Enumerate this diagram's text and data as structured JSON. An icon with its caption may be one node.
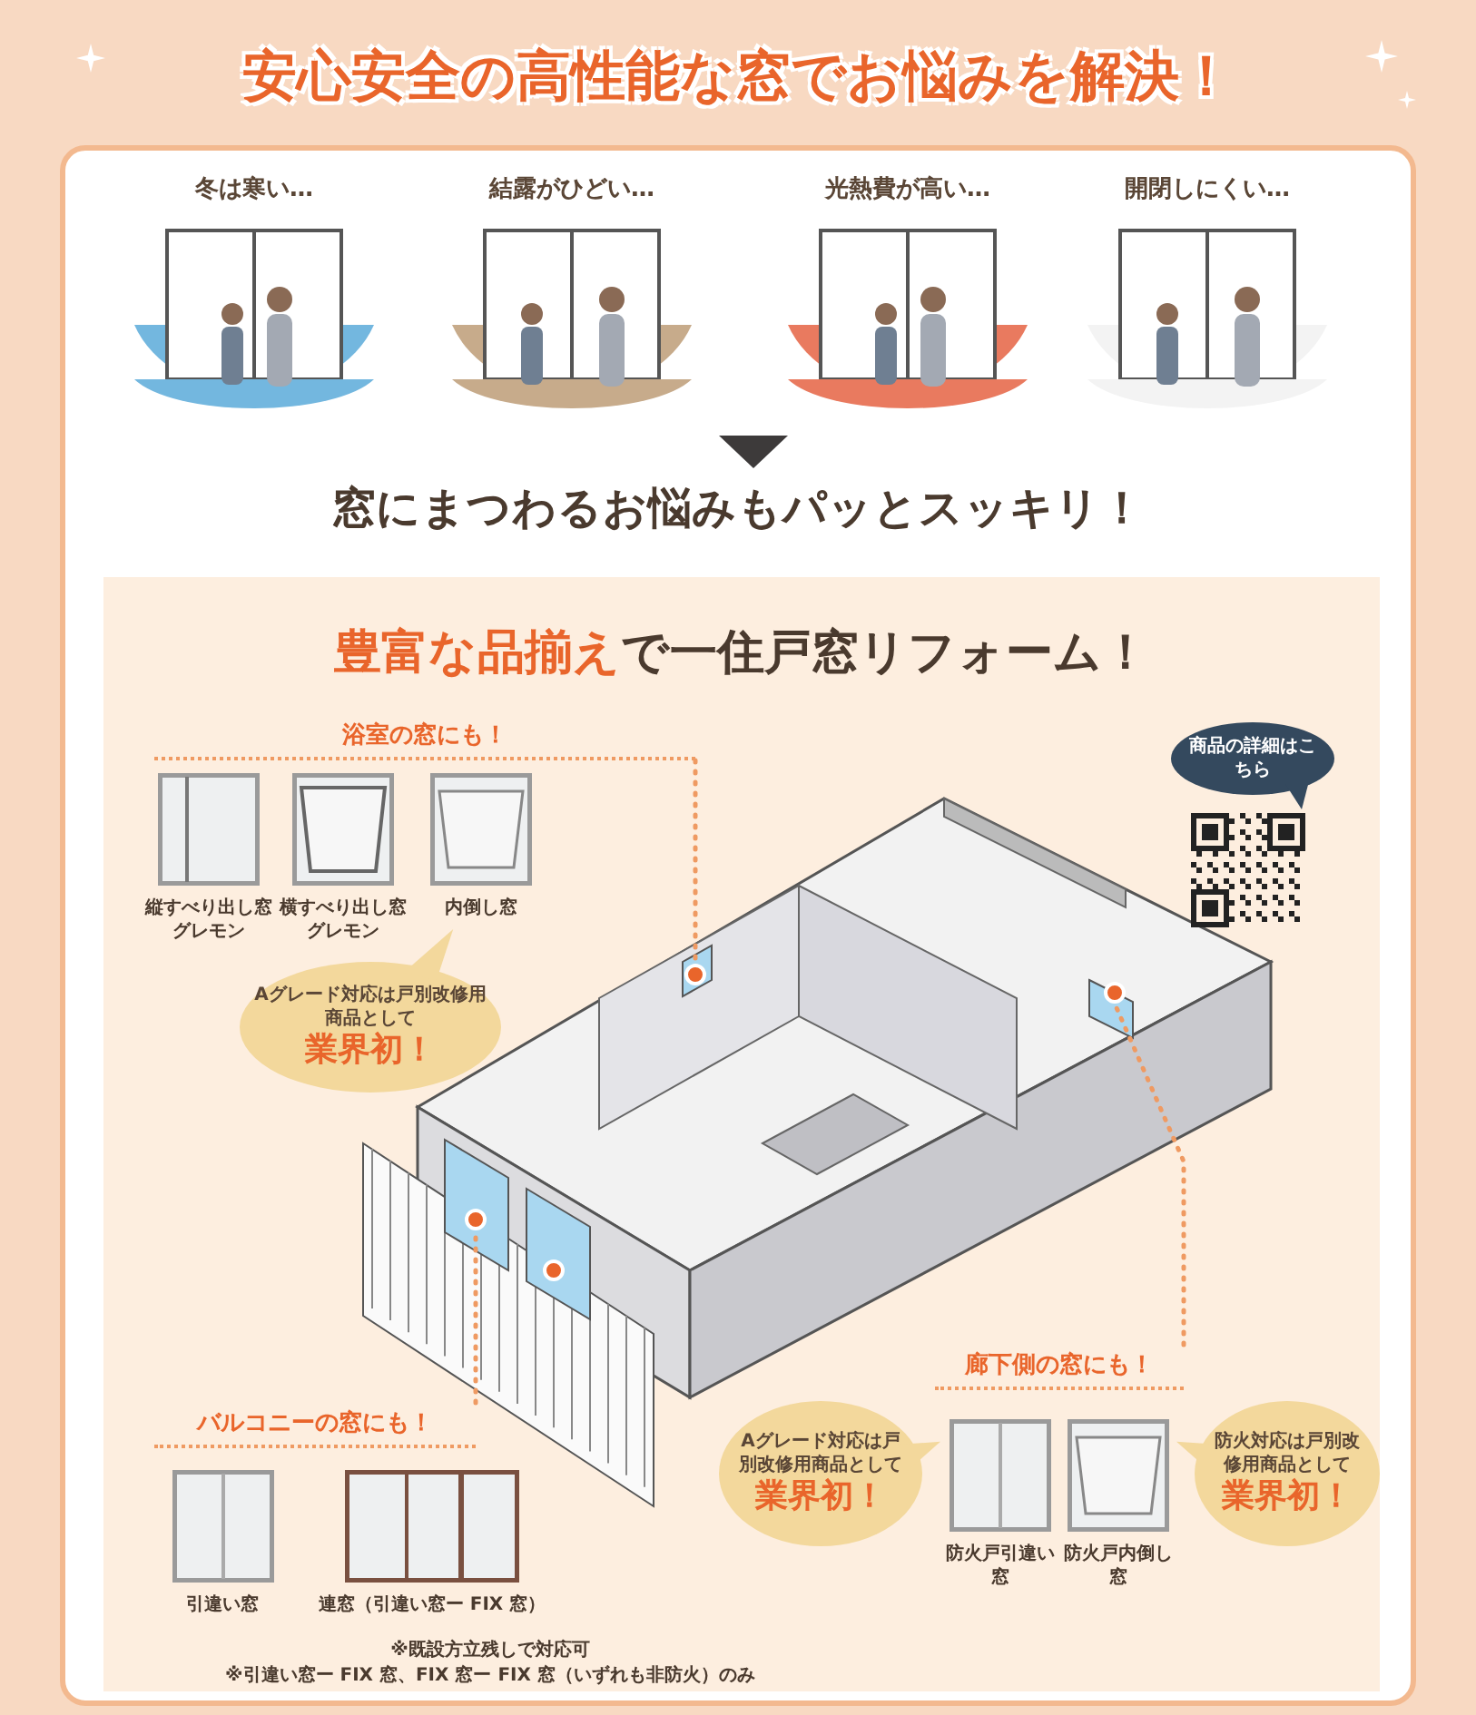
{
  "diagram": {
    "title": "安心安全の高性能な窓でお悩みを解決！",
    "nodes": [
      {
        "text": [
          "冬は寒い…"
        ]
      },
      {
        "text": [
          "結露がひどい…"
        ]
      },
      {
        "text": [
          "光熱費が高い…"
        ]
      },
      {
        "text": [
          "開閉しにくい…"
        ]
      },
      {
        "text": [
          "浴室の窓にも！"
        ]
      },
      {
        "text": [
          "縦すべり出し窓グレモン"
        ]
      },
      {
        "text": [
          "横すべり出し窓グレモン"
        ]
      },
      {
        "text": [
          "内倒し窓"
        ]
      },
      {
        "text": [
          "Aグレード対応は戸別改修用商品として",
          "業界初！"
        ]
      },
      {
        "text": [
          "商品の詳細はこちら"
        ]
      },
      {
        "text": [],
        "shape": "circle"
      },
      {
        "text": [],
        "shape": "circle"
      },
      {
        "text": [],
        "shape": "circle"
      },
      {
        "text": [
          "バルコニーの窓にも！"
        ]
      },
      {
        "text": [
          "引違い窓"
        ]
      },
      {
        "text": [
          "連窓（引違い窓ー FIX 窓）"
        ]
      },
      {
        "text": [
          "廊下側の窓にも！"
        ]
      },
      {
        "text": [
          "Aグレード対応は戸別改修用商品として",
          "業界初！"
        ]
      },
      {
        "text": [
          "防火戸引違い窓"
        ]
      },
      {
        "text": [
          "防火戸内倒し窓"
        ]
      },
      {
        "text": [
          "防火対応は戸別改修用商品として",
          "業界初！"
        ]
      }
    ],
    "edges": [
      {
        "from": 4,
        "to": 10,
        "arrow": "none",
        "style": "dashed"
      },
      {
        "from": 13,
        "to": 11,
        "arrow": "none",
        "style": "dashed"
      },
      {
        "from": 16,
        "to": 12,
        "arrow": "none",
        "style": "dashed"
      }
    ],
    "labels": [
      "窓にまつわるお悩みもパッとスッキリ！",
      "**豊富な品揃え**で一住戸窓リフォーム！",
      "※既設方立残しで対応可",
      "※引違い窓ー FIX 窓、FIX 窓ー FIX 窓（いずれも非防火）のみ"
    ]
  }
}
